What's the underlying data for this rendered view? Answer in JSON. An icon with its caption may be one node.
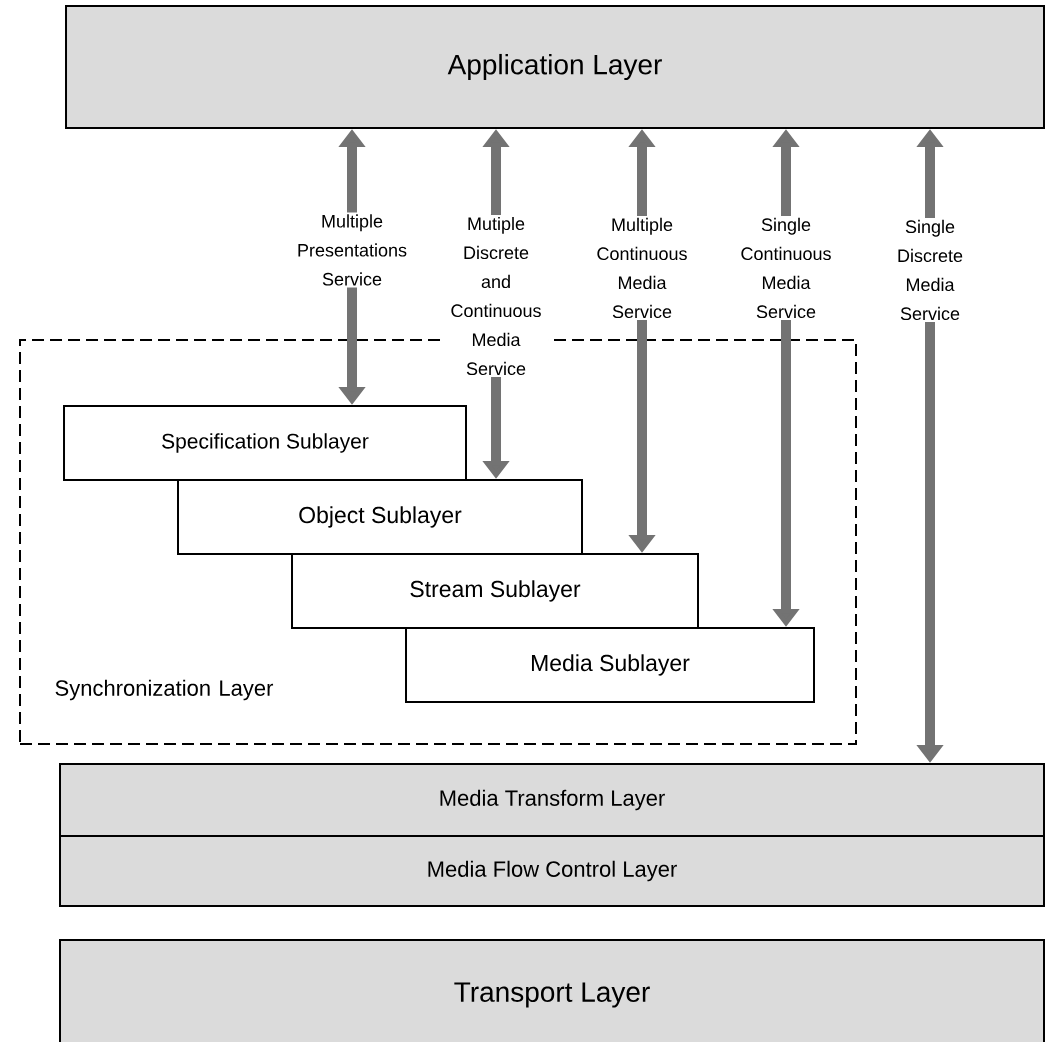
{
  "diagram": {
    "nodes": [
      {
        "text": [
          "Application Layer"
        ]
      },
      {
        "text": [
          "Synchronization Layer"
        ]
      },
      {
        "text": [
          "Specification Sublayer"
        ],
        "in": 1
      },
      {
        "text": [
          "Object Sublayer"
        ],
        "in": 1
      },
      {
        "text": [
          "Stream Sublayer"
        ],
        "in": 1
      },
      {
        "text": [
          "Media Sublayer"
        ],
        "in": 1
      },
      {
        "text": [
          "Media Transform Layer"
        ]
      },
      {
        "text": [
          "Media Flow Control Layer"
        ]
      },
      {
        "text": [
          "Transport Layer"
        ]
      }
    ],
    "edges": [
      {
        "from": 0,
        "to": 2,
        "arrow": "both",
        "label": "Multiple Presentations Service"
      },
      {
        "from": 0,
        "to": 3,
        "arrow": "both",
        "label": "Mutiple Discrete and Continuous Media Service"
      },
      {
        "from": 0,
        "to": 4,
        "arrow": "both",
        "label": "Multiple Continuous Media Service"
      },
      {
        "from": 0,
        "to": 5,
        "arrow": "both",
        "label": "Single Continuous Media Service"
      },
      {
        "from": 0,
        "to": 6,
        "arrow": "both",
        "label": "Single Discrete Media Service"
      }
    ]
  }
}
